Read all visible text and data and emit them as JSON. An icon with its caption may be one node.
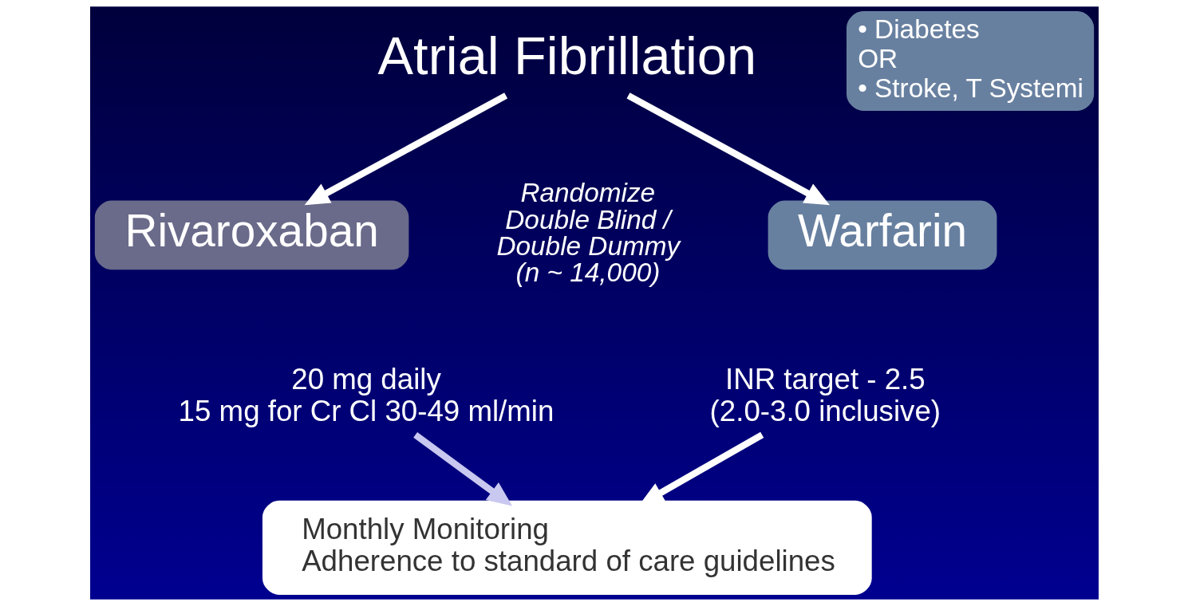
{
  "diagram": {
    "nodes": [
      {
        "text": [
          "Atrial Fibrillation"
        ]
      },
      {
        "text": [
          "• Diabetes",
          "OR",
          "• Stroke, T Systemi"
        ]
      },
      {
        "text": [
          "Rivaroxaban"
        ]
      },
      {
        "text": [
          "20 mg daily 15 mg for Cr Cl 30-49 ml/min"
        ]
      },
      {
        "text": [
          "Warfarin"
        ]
      },
      {
        "text": [
          "INR target - 2.5 (2.0-3.0 inclusive)"
        ]
      },
      {
        "text": [
          "Monthly Monitoring",
          "Adherence to standard of care guidelines"
        ]
      }
    ],
    "edges": [
      {
        "from": 0,
        "to": 2,
        "arrow": "to"
      },
      {
        "from": 0,
        "to": 4,
        "arrow": "to"
      },
      {
        "from": 3,
        "to": 6,
        "arrow": "to",
        "color": "#c8c8f0"
      },
      {
        "from": 5,
        "to": 6,
        "arrow": "to"
      }
    ],
    "labels": [
      "Randomize Double Blind / Double Dummy (n ~ 14,000)"
    ]
  }
}
